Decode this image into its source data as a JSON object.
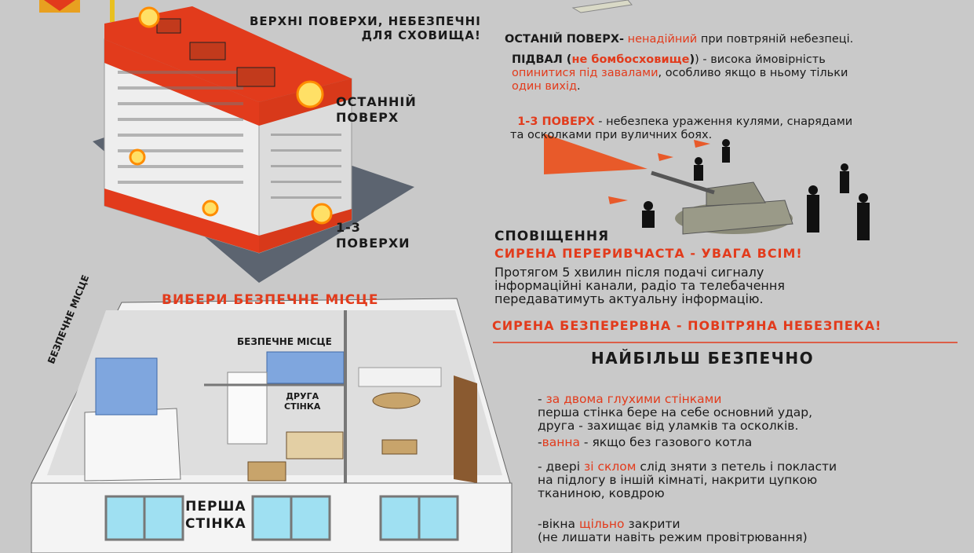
{
  "building": {
    "top_floors_label": "ВЕРХНІ ПОВЕРХИ, НЕБЕЗПЕЧНІ\nДЛЯ СХОВИЩА!",
    "last_floor_label": "ОСТАННІЙ\nПОВЕРХ",
    "floors_1_3_label": "1-3\nПОВЕРХИ"
  },
  "risks": {
    "last_floor_title": "ОСТАНІЙ ПОВЕРХ-",
    "last_floor_red": "ненадійний",
    "last_floor_rest": "при повтряній небезпеці.",
    "basement_title": "ПІДВАЛ (",
    "basement_red": "не бомбосховище",
    "basement_mid": ") - висока ймовірність",
    "basement_red2": "опинитися під завалами",
    "basement_rest": ", особливо якщо в ньому тільки",
    "basement_red3": "один вихід",
    "basement_end": ".",
    "floors_title": "1-3 ПОВЕРХ",
    "floors_text": " - небезпека ураження кулями, снарядами\nта осколками при вуличних боях."
  },
  "notification": {
    "title": "СПОВІЩЕННЯ",
    "siren_intermittent": "СИРЕНА ПЕРЕРИВЧАСТА - УВАГА ВСІМ!",
    "info_text": "Протягом 5 хвилин після подачі сигналу\nінформаційні канали, радіо та телебачення\nпередаватимуть актуальну інформацію.",
    "siren_continuous": "СИРЕНА БЕЗПЕРЕРВНА - ПОВІТРЯНА НЕБЕЗПЕКА!"
  },
  "apartment": {
    "choose_place": "ВИБЕРИ БЕЗПЕЧНЕ МІСЦЕ",
    "safe_place_top": "БЕЗПЕЧНЕ МІСЦЕ",
    "safe_place_side": "БЕЗПЕЧНЕ МІСЦЕ",
    "second_wall": "ДРУГА\nСТІНКА",
    "first_wall": "ПЕРША\nСТІНКА"
  },
  "safest": {
    "title": "НАЙБІЛЬШ БЕЗПЕЧНО",
    "item1_prefix": "- ",
    "item1_red": "за двома глухими стінками",
    "item1_text": "перша стінка бере на себе основний удар,\nдруга - захищає від уламків та осколків.",
    "item2_prefix": "-",
    "item2_red": "ванна",
    "item2_text": " - якщо без газового котла",
    "item3_prefix": "- двері ",
    "item3_red": "зі склом",
    "item3_text": " слід зняти з петель і покласти",
    "item3_text2": "на підлогу в іншій кімнаті, накрити цупкою\nтканиною, ковдрою",
    "item4_prefix": "-вікна ",
    "item4_red": "щільно",
    "item4_text": " закрити",
    "item4_text2": "(не лишати навіть режим провітрювання)"
  },
  "colors": {
    "accent": "#e23b1c",
    "background": "#c9c9c9"
  }
}
